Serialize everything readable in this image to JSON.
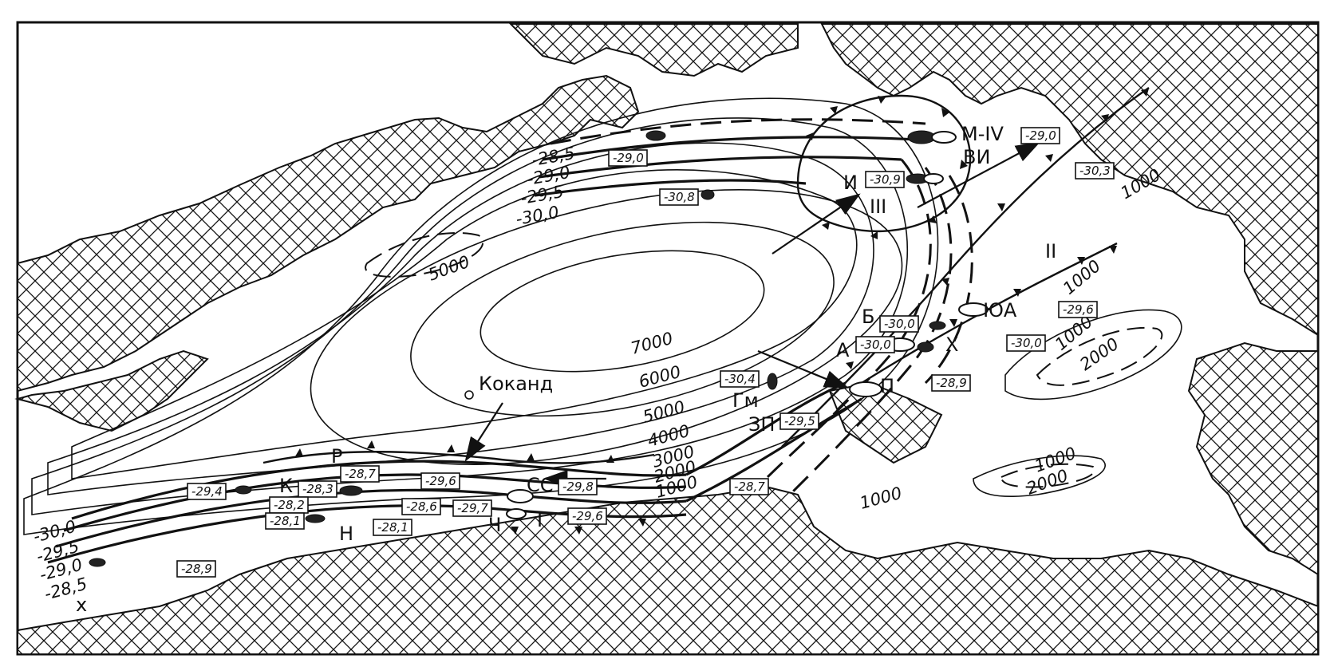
{
  "map": {
    "city": "Коканд",
    "fields": {
      "m_iv": "М-IV",
      "vi": "ВИ",
      "i": "И",
      "iii": "III",
      "ii": "II",
      "b": "Б",
      "yua": "ЮА",
      "a": "А",
      "kh": "Х",
      "p": "П",
      "gm": "Гм",
      "zp": "ЗП",
      "r": "Р",
      "k": "К",
      "ss": "СС",
      "ch": "Ч",
      "g": "Г",
      "n": "Н"
    },
    "isopach_labels": {
      "i7000": "7000",
      "i6000": "6000",
      "i5000": "5000",
      "i4000": "4000",
      "i3000": "3000",
      "i2000": "2000",
      "i1000": "1000",
      "w5000": "5000",
      "e1000a": "1000",
      "e1000b": "1000",
      "e2000": "2000",
      "e1000c": "1000",
      "s1000a": "1000",
      "s2000": "2000",
      "s1000b": "1000"
    },
    "isotope_labels": {
      "n285": "-28,5",
      "n290": "-29,0",
      "n295": "-29,5",
      "n300": "-30,0",
      "w300": "-30,0",
      "w295": "-29,5",
      "w290": "-29,0",
      "w285": "-28,5"
    },
    "boxed_values": {
      "b1": "-29,0",
      "b2": "-30,8",
      "b3": "-30,9",
      "b4": "-29,0",
      "b5": "-30,3",
      "b6": "-29,6",
      "b7": "-30,0",
      "b8": "-30,0",
      "b9": "-30,0",
      "b10": "-28,9",
      "b11": "-30,4",
      "b12": "-29,5",
      "b13": "-28,7",
      "b14": "-28,7",
      "b15": "-29,6",
      "b16": "-29,4",
      "b17": "-28,3",
      "b18": "-28,2",
      "b19": "-28,1",
      "b20": "-28,6",
      "b21": "-29,7",
      "b22": "-28,1",
      "b23": "-29,8",
      "b24": "-29,6",
      "b25": "-28,9"
    },
    "marker_x": "x"
  }
}
